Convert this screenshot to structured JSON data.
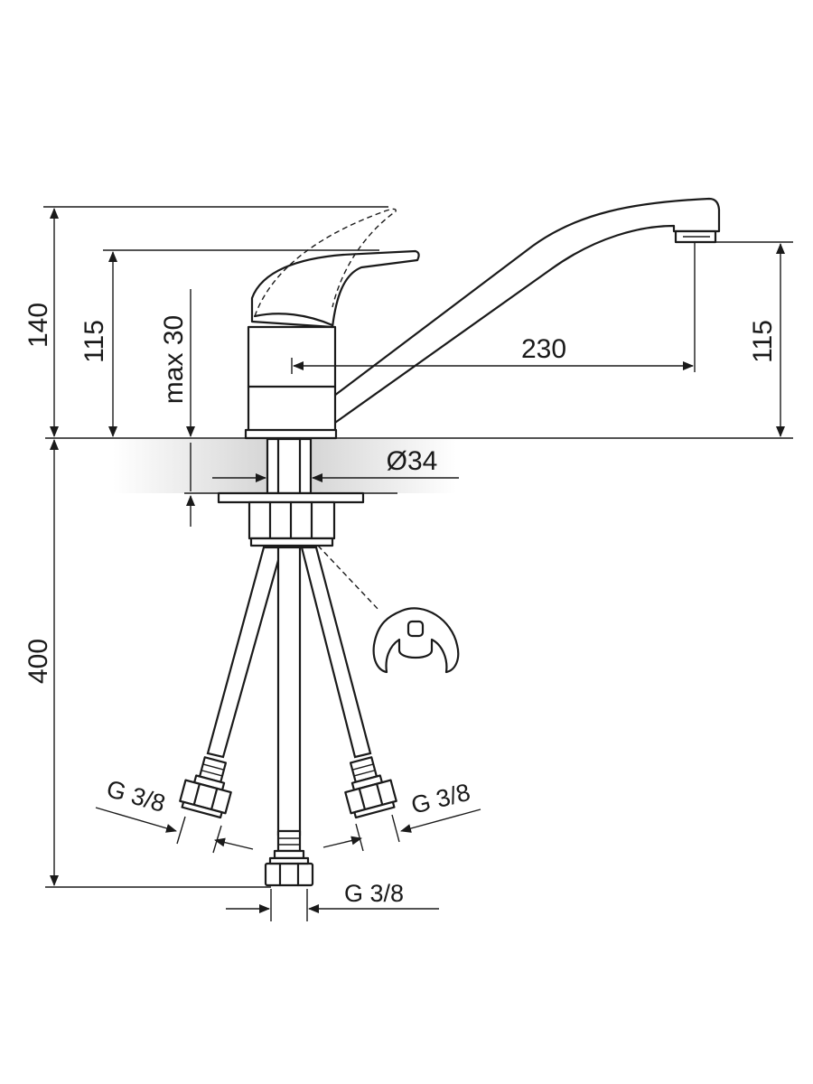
{
  "dimensions": {
    "total_height": "140",
    "lever_height": "115",
    "max_mount_thickness": "max 30",
    "spout_reach": "230",
    "spout_height": "115",
    "mount_hole_diameter": "Ø34",
    "hose_length": "400",
    "connector_left": "G 3/8",
    "connector_right": "G 3/8",
    "connector_center": "G 3/8"
  },
  "colors": {
    "line": "#1a1a1a",
    "countertop_shade": "#d9d9d9"
  }
}
